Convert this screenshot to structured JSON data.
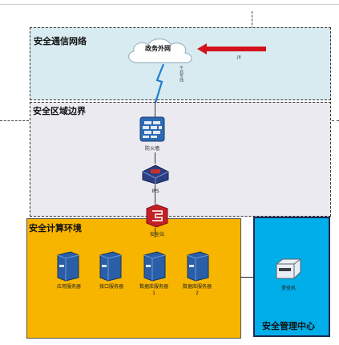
{
  "zones": {
    "comm": "安全通信网络",
    "boundary": "安全区域边界",
    "compute": "安全计算环境",
    "mgmt": "安全管理中心"
  },
  "cloud_label": "政务外网",
  "link_label": "千兆专线",
  "arrow_label": "J8",
  "devices": {
    "firewall": "防火墙",
    "ips": "IPS",
    "gateway": "安全站",
    "app_server": "应用服务器",
    "interface_server": "接口服务器",
    "db_server1": "数据库服务器1",
    "db_server2": "数据库服务器2",
    "bastion": "堡垒机"
  },
  "colors": {
    "comm_fill": "#d7ebf1",
    "boundary_fill": "#eceaf1",
    "compute_fill": "#f7b500",
    "mgmt_fill": "#00aeea",
    "arrow_red": "#d4121c"
  }
}
